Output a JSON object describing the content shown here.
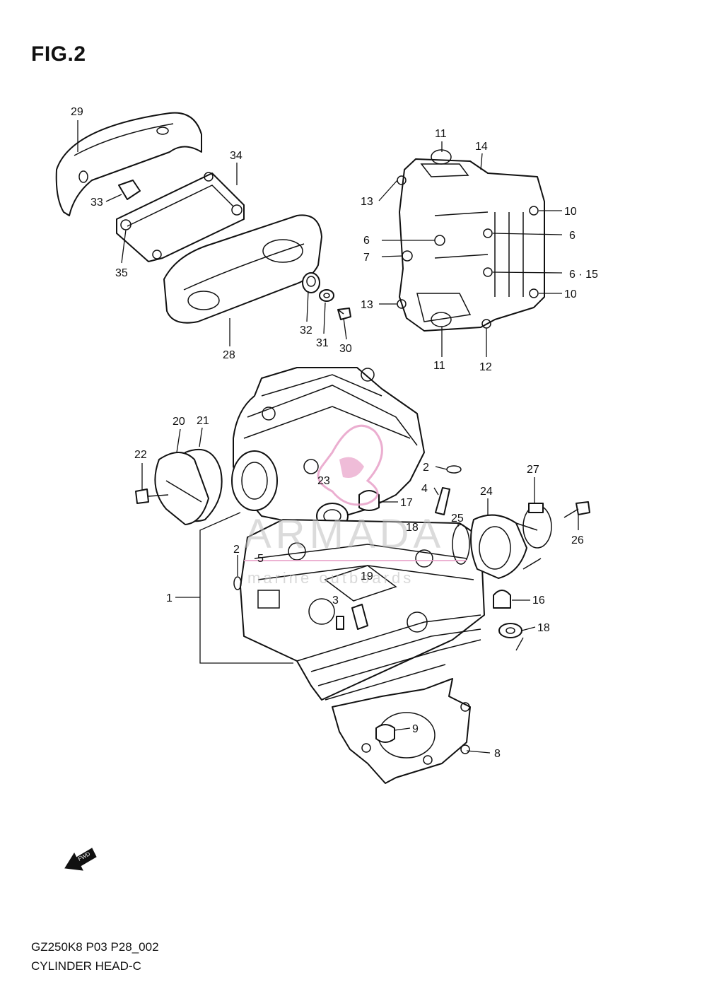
{
  "figure_title": "FIG.2",
  "footer": {
    "code": "GZ250K8 P03 P28_002",
    "name": "CYLINDER HEAD-C"
  },
  "watermark": {
    "brand": "ARMADA",
    "tagline": "marine outboards",
    "color": "#e8a0c8"
  },
  "direction_marker": "FWD",
  "callouts": [
    {
      "id": "c29",
      "text": "29"
    },
    {
      "id": "c34",
      "text": "34"
    },
    {
      "id": "c33",
      "text": "33"
    },
    {
      "id": "c35",
      "text": "35"
    },
    {
      "id": "c28",
      "text": "28"
    },
    {
      "id": "c32",
      "text": "32"
    },
    {
      "id": "c31",
      "text": "31"
    },
    {
      "id": "c30",
      "text": "30"
    },
    {
      "id": "c11a",
      "text": "11"
    },
    {
      "id": "c14",
      "text": "14"
    },
    {
      "id": "c13a",
      "text": "13"
    },
    {
      "id": "c10a",
      "text": "10"
    },
    {
      "id": "c6a",
      "text": "6"
    },
    {
      "id": "c6b",
      "text": "6"
    },
    {
      "id": "c7",
      "text": "7"
    },
    {
      "id": "c615",
      "text": "6 · 15"
    },
    {
      "id": "c13b",
      "text": "13"
    },
    {
      "id": "c10b",
      "text": "10"
    },
    {
      "id": "c11b",
      "text": "11"
    },
    {
      "id": "c12",
      "text": "12"
    },
    {
      "id": "c20",
      "text": "20"
    },
    {
      "id": "c21",
      "text": "21"
    },
    {
      "id": "c22",
      "text": "22"
    },
    {
      "id": "c23",
      "text": "23"
    },
    {
      "id": "c2a",
      "text": "2"
    },
    {
      "id": "c4",
      "text": "4"
    },
    {
      "id": "c27",
      "text": "27"
    },
    {
      "id": "c24",
      "text": "24"
    },
    {
      "id": "c17",
      "text": "17"
    },
    {
      "id": "c25",
      "text": "25"
    },
    {
      "id": "c18a",
      "text": "18"
    },
    {
      "id": "c26",
      "text": "26"
    },
    {
      "id": "c2b",
      "text": "2"
    },
    {
      "id": "c5",
      "text": "5"
    },
    {
      "id": "c19",
      "text": "19"
    },
    {
      "id": "c1",
      "text": "1"
    },
    {
      "id": "c3",
      "text": "3"
    },
    {
      "id": "c16",
      "text": "16"
    },
    {
      "id": "c18b",
      "text": "18"
    },
    {
      "id": "c9",
      "text": "9"
    },
    {
      "id": "c8",
      "text": "8"
    }
  ]
}
